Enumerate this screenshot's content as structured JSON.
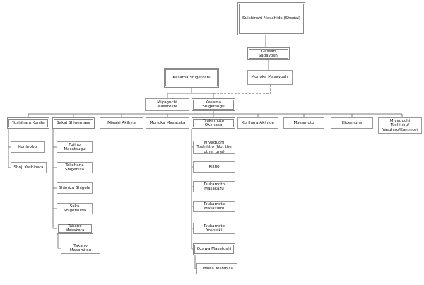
{
  "nodes": [
    {
      "id": "suishinshi",
      "label": "Suishinshi Masahide (Shodai)"
    },
    {
      "id": "gassan",
      "label": "Gassan Sadayoshi"
    },
    {
      "id": "morioka-masayoshi",
      "label": "Morioka Masayoshi"
    },
    {
      "id": "kasama-shigetoshi",
      "label": "Kasama Shigetoshi"
    },
    {
      "id": "miyaguchi-masatoshi",
      "label": "Miyaguchi Masatoshi"
    },
    {
      "id": "kasama-shigetsugu",
      "label": "Kasama Shigetsugu"
    },
    {
      "id": "yoshihara-kunile",
      "label": "Yoshihara Kunile"
    },
    {
      "id": "sakai-shigemasa",
      "label": "Sakai Shigemasa"
    },
    {
      "id": "miyairi-akihira",
      "label": "Miyairi Akihira"
    },
    {
      "id": "morioka-masataka",
      "label": "Morioka Masataka"
    },
    {
      "id": "tsukamoto-okimasa",
      "label": "Tsukamoto Okimasa"
    },
    {
      "id": "kurihara-akihide",
      "label": "Kurihara Akihide"
    },
    {
      "id": "masamoto",
      "label": "Masamoto"
    },
    {
      "id": "hidemune",
      "label": "Hidemune"
    },
    {
      "id": "miyaguchi-toshihiro-2",
      "label": "Miyaguchi Toshihiro/ Yasuhiro/Kunimori"
    },
    {
      "id": "kuninobu",
      "label": "Kuninobu"
    },
    {
      "id": "shoji-yoshihara",
      "label": "Shoji Yoshihara"
    },
    {
      "id": "fujino-masatsugu",
      "label": "Fujino Masatsugu"
    },
    {
      "id": "takehana-shigehisa",
      "label": "Takehana Shigehisa"
    },
    {
      "id": "shimizu-shigele",
      "label": "Shimizu Shigele"
    },
    {
      "id": "saka-shigetsuna",
      "label": "Saka Shigetsuna"
    },
    {
      "id": "takano-masakata",
      "label": "Takano Masakata"
    },
    {
      "id": "takano-masamitsu",
      "label": "Takano Masamitsu"
    },
    {
      "id": "miyaguchi-toshihiro",
      "label": "Miyaguchi Toshihiro (Not the other one)"
    },
    {
      "id": "kisho",
      "label": "Kisho"
    },
    {
      "id": "tsukamoto-masakazu",
      "label": "Tsukamoto Masakazu"
    },
    {
      "id": "tsukamoto-masazumi",
      "label": "Tsukamoto Masazumi"
    },
    {
      "id": "tsukamoto-yoshiaki",
      "label": "Tsukamoto Yoshiaki"
    },
    {
      "id": "ozawa-masatoshi",
      "label": "Ozawa Masatoshi"
    },
    {
      "id": "ozawa-toshihisa",
      "label": "Ozawa Toshihisa"
    }
  ]
}
